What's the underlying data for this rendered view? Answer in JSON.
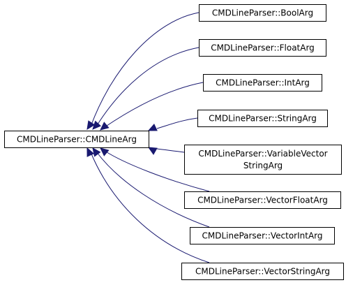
{
  "diagram": {
    "base_class": "CMDLineParser::CMDLineArg",
    "derived_classes": [
      {
        "id": "bool",
        "lines": [
          "CMDLineParser::BoolArg"
        ]
      },
      {
        "id": "float",
        "lines": [
          "CMDLineParser::FloatArg"
        ]
      },
      {
        "id": "int",
        "lines": [
          "CMDLineParser::IntArg"
        ]
      },
      {
        "id": "string",
        "lines": [
          "CMDLineParser::StringArg"
        ]
      },
      {
        "id": "variable-vector-string",
        "lines": [
          "CMDLineParser::VariableVector",
          "StringArg"
        ]
      },
      {
        "id": "vector-float",
        "lines": [
          "CMDLineParser::VectorFloatArg"
        ]
      },
      {
        "id": "vector-int",
        "lines": [
          "CMDLineParser::VectorIntArg"
        ]
      },
      {
        "id": "vector-string",
        "lines": [
          "CMDLineParser::VectorStringArg"
        ]
      }
    ],
    "colors": {
      "edge": "#191970",
      "node_border": "#000000",
      "node_fill": "#ffffff",
      "text": "#000000"
    }
  }
}
